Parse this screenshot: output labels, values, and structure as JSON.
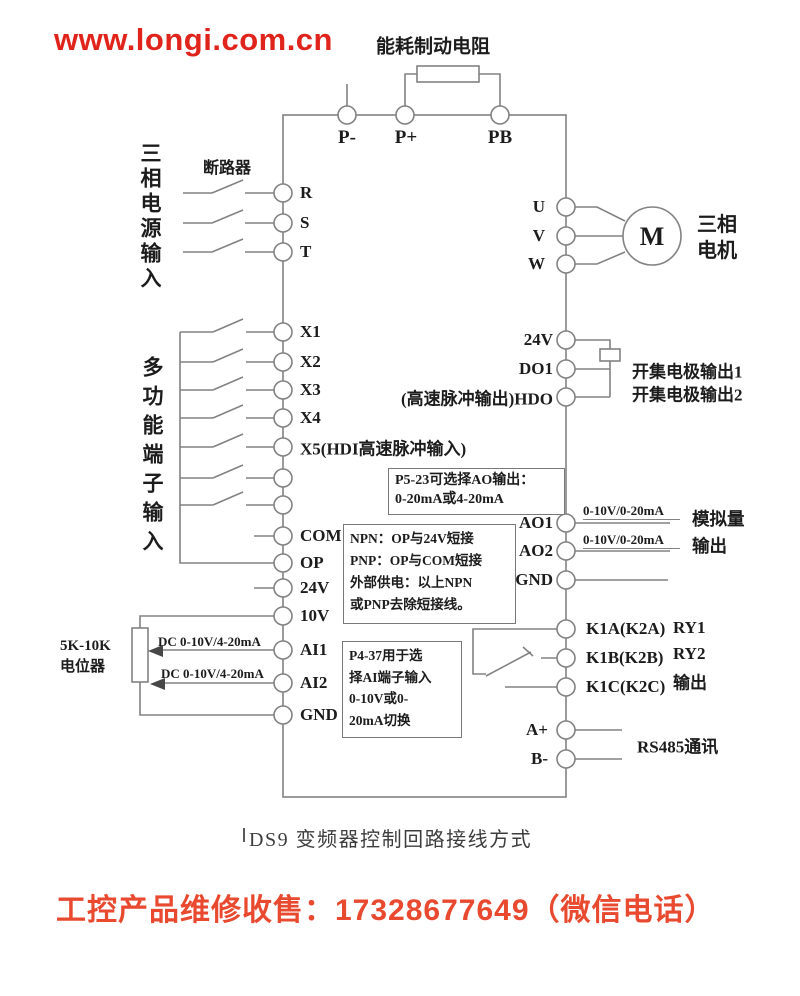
{
  "page": {
    "url_text": "www.longi.com.cn",
    "caption": "DS9 变频器控制回路接线方式",
    "footer_text": "工控产品维修收售：17328677649（微信电话）"
  },
  "colors": {
    "url_red": "#e0241c",
    "footer_red": "#e8492f",
    "line_gray": "#828282",
    "label_dark": "#1c1c1c"
  },
  "top": {
    "brake_resistor_label": "能耗制动电阻",
    "terminals": [
      "P-",
      "P+",
      "PB"
    ]
  },
  "left": {
    "power_label": "三相电源输入",
    "breaker_label": "断路器",
    "power_terminals": [
      "R",
      "S",
      "T"
    ],
    "mf_label": "多功能端子输入",
    "mf_terminals": [
      "X1",
      "X2",
      "X3",
      "X4",
      "X5(HDI高速脉冲输入)"
    ],
    "ctrl_terminals": [
      "COM",
      "OP",
      "24V",
      "10V",
      "AI1",
      "AI2",
      "GND"
    ],
    "pot_label_1": "5K-10K",
    "pot_label_2": "电位器",
    "ai1_wire_label": "DC 0-10V/4-20mA",
    "ai2_wire_label": "DC 0-10V/4-20mA"
  },
  "right": {
    "motor_terminals": [
      "U",
      "V",
      "W"
    ],
    "motor_letter": "M",
    "motor_label_1": "三相",
    "motor_label_2": "电机",
    "do_terminals": [
      "24V",
      "DO1",
      "(高速脉冲输出)HDO"
    ],
    "do_labels": [
      "开集电极输出1",
      "开集电极输出2"
    ],
    "ao_terminals": [
      "AO1",
      "AO2",
      "GND"
    ],
    "ao_wire_labels": [
      "0-10V/0-20mA",
      "0-10V/0-20mA"
    ],
    "ao_label_1": "模拟量",
    "ao_label_2": "输出",
    "relay_terminals": [
      "K1A(K2A)",
      "K1B(K2B)",
      "K1C(K2C)"
    ],
    "relay_labels": [
      "RY1",
      "RY2",
      "输出"
    ],
    "comm_terminals": [
      "A+",
      "B-"
    ],
    "comm_label": "RS485通讯"
  },
  "notes": {
    "ao_note": [
      "P5-23可选择AO输出：",
      "0-20mA或4-20mA"
    ],
    "npn_note": [
      "NPN：OP与24V短接",
      "PNP：OP与COM短接",
      "外部供电：以上NPN",
      "或PNP去除短接线。"
    ],
    "ai_note": [
      "P4-37用于选",
      "择AI端子输入",
      "0-10V或0-",
      "20mA切换"
    ]
  }
}
